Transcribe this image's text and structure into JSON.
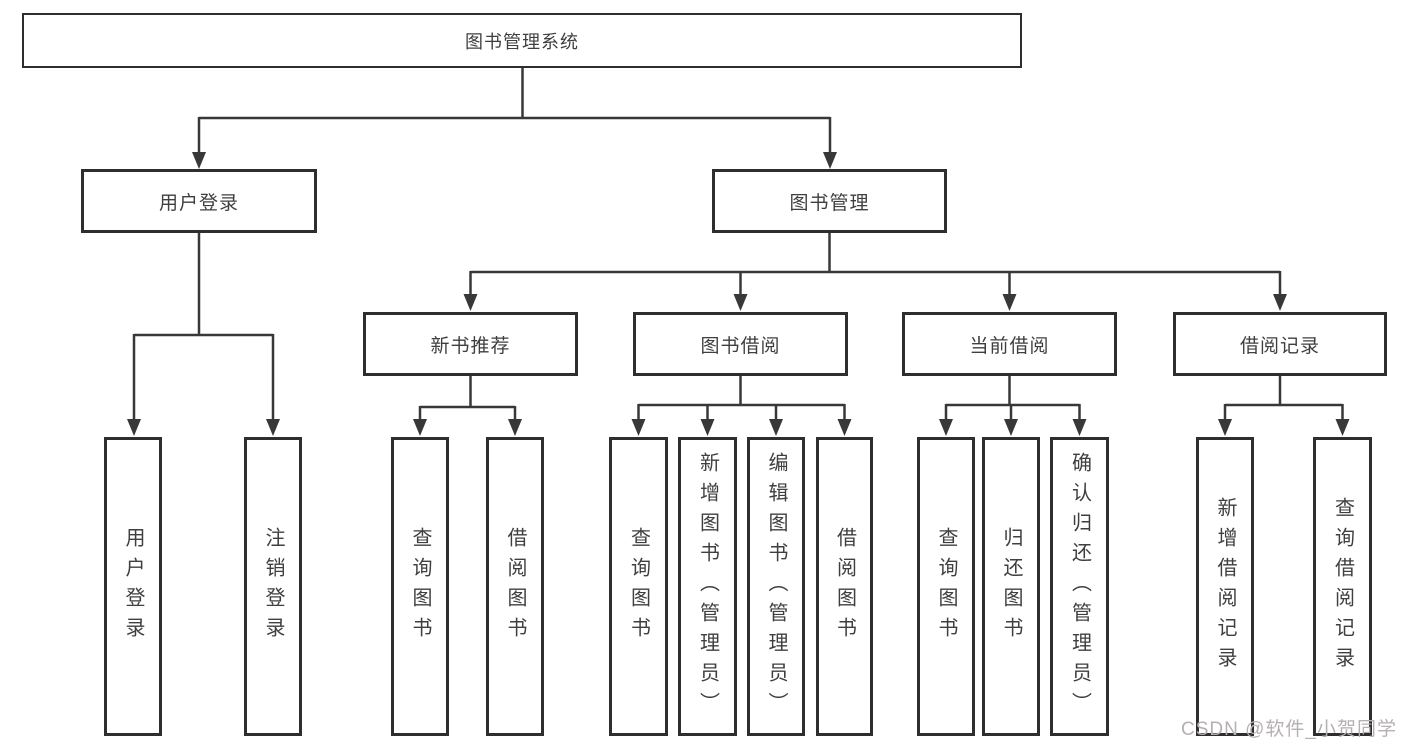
{
  "nodes": {
    "root": "图书管理系统",
    "user_login": "用户登录",
    "book_mgmt": "图书管理",
    "new_books": "新书推荐",
    "book_borrow": "图书借阅",
    "current_borrow": "当前借阅",
    "borrow_records": "借阅记录",
    "leaf_user_login": "用户登录",
    "leaf_logout": "注销登录",
    "leaf_nb_query_book": "查询图书",
    "leaf_nb_borrow_book": "借阅图书",
    "leaf_bb_query_book": "查询图书",
    "leaf_bb_add_book": "新增图书（管理员）",
    "leaf_bb_edit_book": "编辑图书（管理员）",
    "leaf_bb_borrow_book": "借阅图书",
    "leaf_cb_query_book": "查询图书",
    "leaf_cb_return_book": "归还图书",
    "leaf_cb_confirm_return": "确认归还（管理员）",
    "leaf_br_add_record": "新增借阅记录",
    "leaf_br_query_record": "查询借阅记录"
  },
  "hierarchy": {
    "图书管理系统": {
      "用户登录": [
        "用户登录",
        "注销登录"
      ],
      "图书管理": {
        "新书推荐": [
          "查询图书",
          "借阅图书"
        ],
        "图书借阅": [
          "查询图书",
          "新增图书（管理员）",
          "编辑图书（管理员）",
          "借阅图书"
        ],
        "当前借阅": [
          "查询图书",
          "归还图书",
          "确认归还（管理员）"
        ],
        "借阅记录": [
          "新增借阅记录",
          "查询借阅记录"
        ]
      }
    }
  },
  "watermark": "CSDN @软件_小贺同学",
  "colors": {
    "line": "#383838",
    "box_border": "#2e2e2e",
    "text": "#3f3f3f",
    "watermark": "#b6b0b0",
    "background": "#ffffff"
  }
}
